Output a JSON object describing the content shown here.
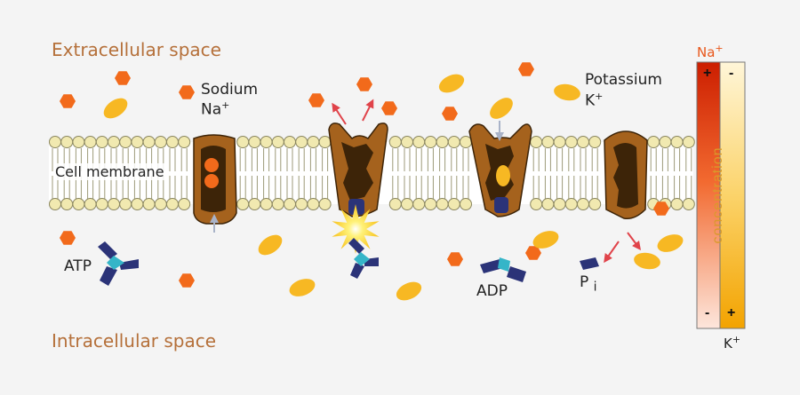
{
  "labels": {
    "extracellular": "Extracellular space",
    "intracellular": "Intracellular space",
    "membrane": "Cell membrane",
    "sodium": "Sodium",
    "sodium_symbol": "Na",
    "sodium_charge": "+",
    "potassium": "Potassium",
    "potassium_symbol": "K",
    "potassium_charge": "+",
    "atp": "ATP",
    "adp": "ADP",
    "phosphate": "P",
    "phosphate_sub": "i"
  },
  "gradient_bar": {
    "top_ion": "Na",
    "top_ion_charge": "+",
    "bottom_ion": "K",
    "bottom_ion_charge": "+",
    "axis_label": "concentration",
    "na_top_sign": "+",
    "na_bottom_sign": "-",
    "k_top_sign": "-",
    "k_bottom_sign": "+"
  },
  "colors": {
    "sodium": "#f26a1b",
    "potassium": "#f7b823",
    "pump": "#a5621d",
    "pump_dark": "#3d2408",
    "atp": "#2b3378",
    "phosphate_center": "#35b5c8",
    "membrane_head": "#f1e9b0",
    "space_label": "#b5703a"
  }
}
